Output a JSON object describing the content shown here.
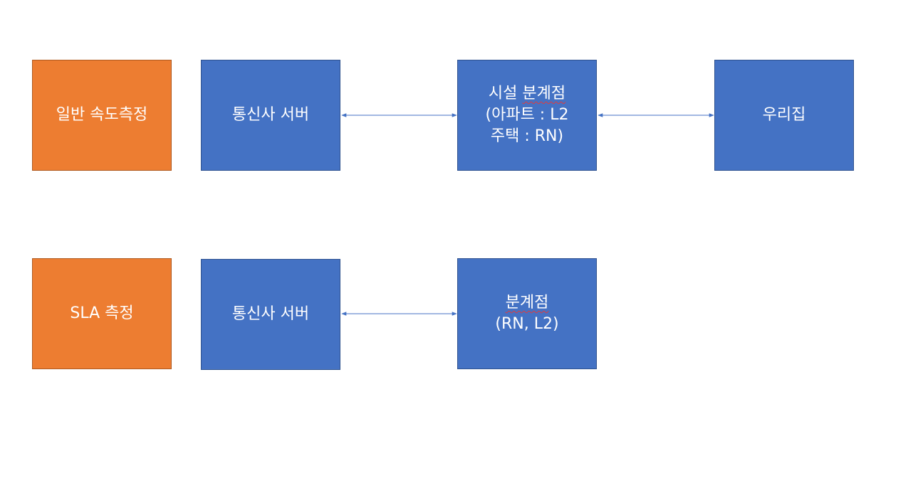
{
  "rows": [
    {
      "label": "일반 속도측정",
      "nodes": [
        {
          "lines": [
            "통신사 서버"
          ]
        },
        {
          "lines": [
            "시설 분계점",
            "(아파트 : L2",
            "주택 : RN)"
          ],
          "squiggle_word": "분계점"
        },
        {
          "lines": [
            "우리집"
          ]
        }
      ]
    },
    {
      "label": "SLA 측정",
      "nodes": [
        {
          "lines": [
            "통신사 서버"
          ]
        },
        {
          "lines": [
            "분계점",
            "(RN, L2)"
          ],
          "squiggle_word": "분계점"
        }
      ]
    }
  ],
  "colors": {
    "label_fill": "#ed7d31",
    "node_fill": "#4472c4",
    "connector": "#4472c4",
    "spellcheck_underline": "#e23b3b"
  }
}
